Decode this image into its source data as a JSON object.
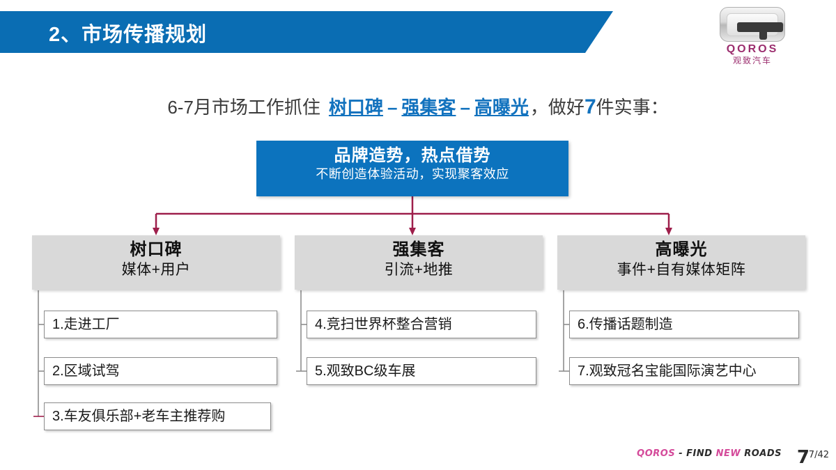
{
  "header": {
    "title": "2、市场传播规划",
    "banner_color": "#0A6DB3"
  },
  "logo": {
    "wordmark": "QOROS",
    "chinese": "观致汽车",
    "color": "#9B2D6E"
  },
  "subtitle": {
    "lead": "6-7月市场工作抓住",
    "keyword1": "树口碑",
    "dash1": "–",
    "keyword2": "强集客",
    "dash2": "–",
    "keyword3": "高曝光",
    "comma": "，做好",
    "count": "7",
    "tail": "件实事："
  },
  "topbox": {
    "main": "品牌造势，热点借势",
    "sub": "不断创造体验活动，实现聚客效应",
    "color": "#0C73BE"
  },
  "columns": [
    {
      "title": "树口碑",
      "subtitle": "媒体+用户",
      "items": [
        "1.走进工厂",
        "2.区域试驾",
        "3.车友俱乐部+老车主推荐购"
      ]
    },
    {
      "title": "强集客",
      "subtitle": "引流+地推",
      "items": [
        "4.竞扫世界杯整合营销",
        "5.观致BC级车展"
      ]
    },
    {
      "title": "高曝光",
      "subtitle": "事件+自有媒体矩阵",
      "items": [
        "6.传播话题制造",
        "7.观致冠名宝能国际演艺中心"
      ]
    }
  ],
  "footer": {
    "brand": "QOROS",
    "sep": "-",
    "find": "FIND",
    "new": "NEW",
    "roads": "ROADS",
    "page": "7",
    "page_total": "7/42"
  },
  "colors": {
    "connector": "#9E1F4B",
    "group_box": "#D9D9D9",
    "accent_blue": "#1272BE"
  }
}
